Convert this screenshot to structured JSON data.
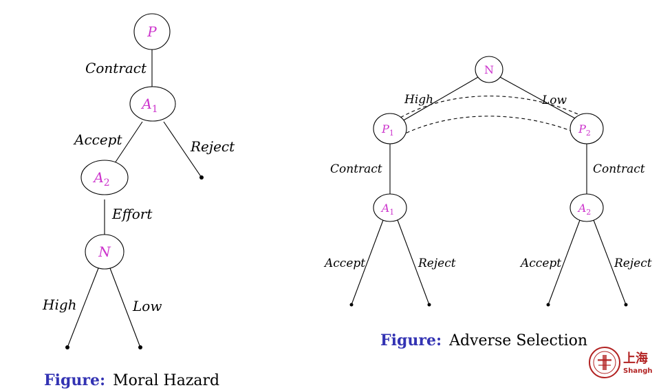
{
  "colors": {
    "node_text": "#cc33cc",
    "caption_key": "#3333b3",
    "logo": "#b22222"
  },
  "moral_hazard": {
    "nodes": {
      "P": "P",
      "A1": "A",
      "A1_sub": "1",
      "A2": "A",
      "A2_sub": "2",
      "N": "N"
    },
    "edges": {
      "contract": "Contract",
      "accept": "Accept",
      "reject": "Reject",
      "effort": "Effort",
      "high": "High",
      "low": "Low"
    },
    "caption": {
      "key": "Figure:",
      "text": "Moral Hazard"
    }
  },
  "adverse_selection": {
    "nodes": {
      "N": "N",
      "P1": "P",
      "P1_sub": "1",
      "P2": "P",
      "P2_sub": "2",
      "A1": "A",
      "A1_sub": "1",
      "A2": "A",
      "A2_sub": "2"
    },
    "edges": {
      "high": "High",
      "low": "Low",
      "contract_left": "Contract",
      "contract_right": "Contract",
      "accept_left": "Accept",
      "reject_left": "Reject",
      "accept_right": "Accept",
      "reject_right": "Reject"
    },
    "caption": {
      "key": "Figure:",
      "text": "Adverse Selection"
    }
  },
  "logo": {
    "text": "上海",
    "subtext": "Shangh"
  }
}
